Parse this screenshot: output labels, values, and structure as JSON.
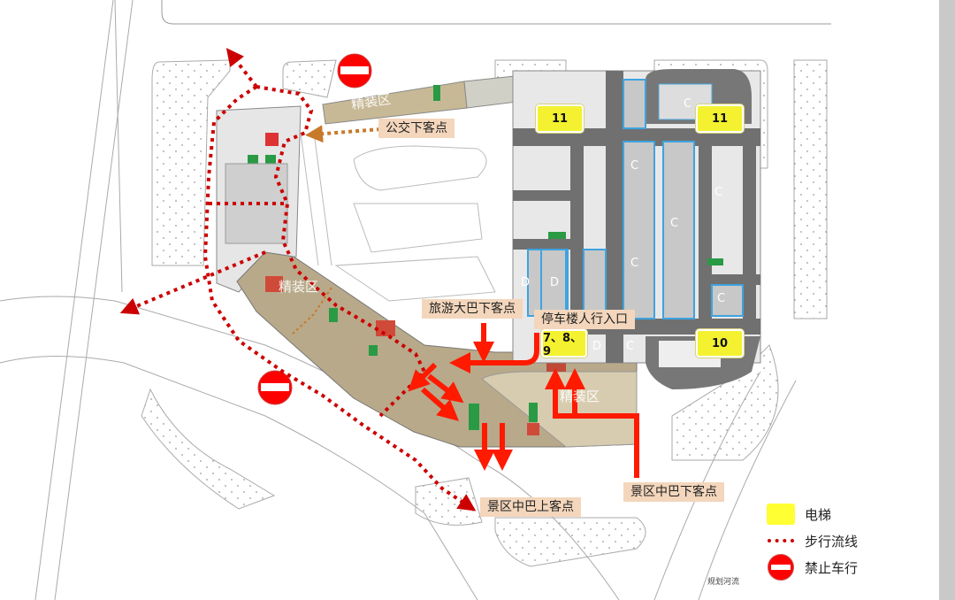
{
  "zones": {
    "finishing_area": "精装区"
  },
  "labels": {
    "bus_dropoff": "公交下客点",
    "tour_bus_dropoff": "旅游大巴下客点",
    "parking_pedestrian_entrance": "停车楼人行入口",
    "scenic_minibus_dropoff": "景区中巴下客点",
    "scenic_minibus_pickup": "景区中巴上客点",
    "planned_river": "规划河流"
  },
  "elevators": [
    {
      "id": "elevator-11-left",
      "label": "11"
    },
    {
      "id": "elevator-11-right",
      "label": "11"
    },
    {
      "id": "elevator-7-8-9",
      "label": "7、8、9"
    },
    {
      "id": "elevator-10",
      "label": "10"
    }
  ],
  "parking_zones": [
    "C",
    "C",
    "C",
    "C",
    "C",
    "C",
    "D",
    "D",
    "D",
    "C"
  ],
  "legend": [
    {
      "icon": "elevator-swatch",
      "label": "电梯",
      "color": "#ffff33"
    },
    {
      "icon": "walking-route-dots",
      "label": "步行流线",
      "color": "#cc0000"
    },
    {
      "icon": "no-entry-sign",
      "label": "禁止车行",
      "color": "#ff0000"
    }
  ],
  "colors": {
    "building": "#b8a98a",
    "route": "#cc0000",
    "arrow": "#ff1a00",
    "label_bg": "#f3d6bc",
    "parking_road": "#707070",
    "elevator": "#f4f230"
  }
}
